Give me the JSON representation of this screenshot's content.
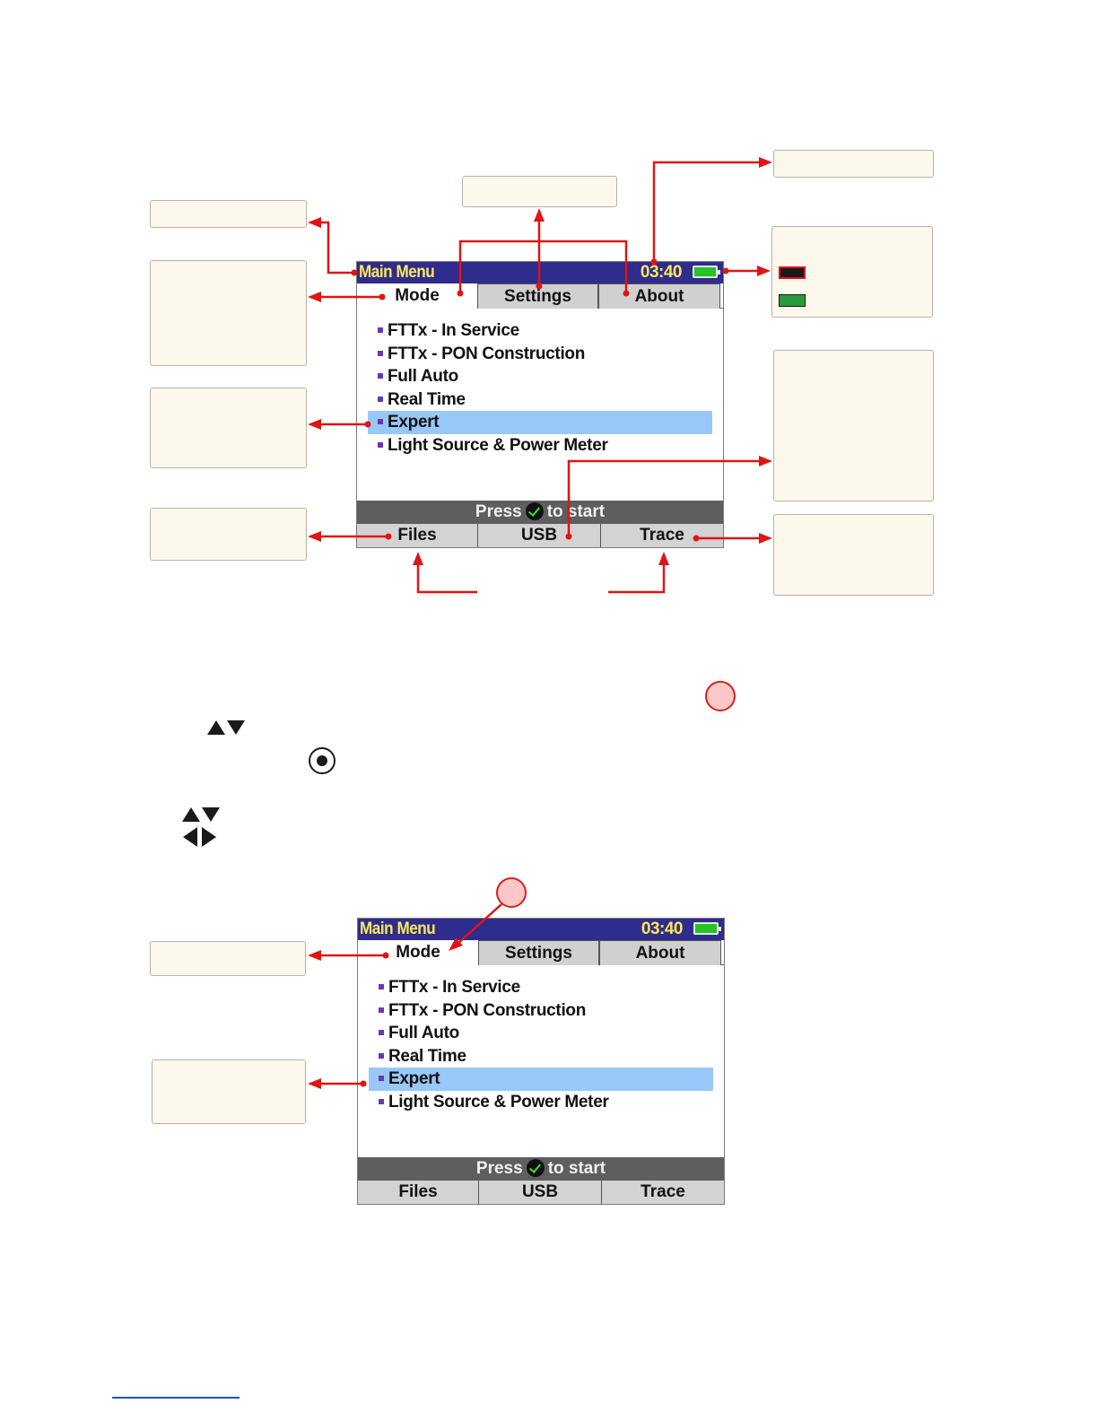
{
  "screens": [
    {
      "title": "Main Menu",
      "clock": "03:40",
      "tabs": [
        {
          "label": "Mode",
          "active": true
        },
        {
          "label": "Settings",
          "active": false
        },
        {
          "label": "About",
          "active": false
        }
      ],
      "menu_items": [
        {
          "label": "FTTx - In Service",
          "selected": false
        },
        {
          "label": "FTTx - PON Construction",
          "selected": false
        },
        {
          "label": "Full Auto",
          "selected": false
        },
        {
          "label": "Real Time",
          "selected": false
        },
        {
          "label": "Expert",
          "selected": true
        },
        {
          "label": "Light Source & Power Meter",
          "selected": false
        }
      ],
      "status": {
        "prefix": "Press",
        "suffix": "to start"
      },
      "bottom_tabs": [
        "Files",
        "USB",
        "Trace"
      ]
    },
    {
      "title": "Main Menu",
      "clock": "03:40",
      "tabs": [
        {
          "label": "Mode",
          "active": true
        },
        {
          "label": "Settings",
          "active": false
        },
        {
          "label": "About",
          "active": false
        }
      ],
      "menu_items": [
        {
          "label": "FTTx - In Service",
          "selected": false
        },
        {
          "label": "FTTx - PON Construction",
          "selected": false
        },
        {
          "label": "Full Auto",
          "selected": false
        },
        {
          "label": "Real Time",
          "selected": false
        },
        {
          "label": "Expert",
          "selected": true
        },
        {
          "label": "Light Source & Power Meter",
          "selected": false
        }
      ],
      "status": {
        "prefix": "Press",
        "suffix": "to start"
      },
      "bottom_tabs": [
        "Files",
        "USB",
        "Trace"
      ]
    }
  ],
  "colors": {
    "title_bar": "#2e2c8c",
    "title_text": "#ffe85a",
    "selection": "#98c8f8",
    "status_bar": "#5e5e5e",
    "callout_arrow": "#e01414",
    "callout_fill": "#fdf8ec",
    "battery_full": "#23c423",
    "battery_empty": "#1a1a1a"
  },
  "icons": {
    "up_down": "up-down-arrow-keys-icon",
    "enter": "enter-button-icon",
    "four_way": "four-way-arrow-keys-icon",
    "check": "check-icon",
    "battery": "battery-icon"
  }
}
